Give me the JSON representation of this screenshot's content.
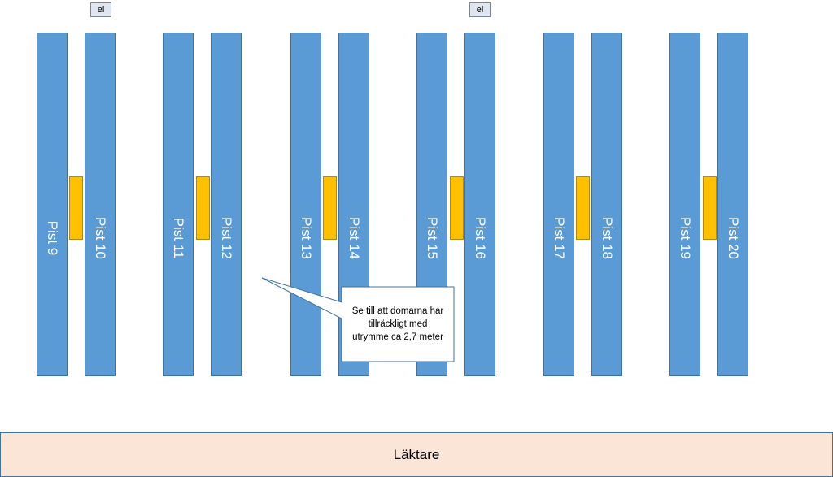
{
  "power_labels": [
    "el",
    "el"
  ],
  "pistes": [
    "Pist 9",
    "Pist 10",
    "Pist 11",
    "Pist 12",
    "Pist 13",
    "Pist 14",
    "Pist 15",
    "Pist 16",
    "Pist 17",
    "Pist 18",
    "Pist 19",
    "Pist 20"
  ],
  "callout": {
    "text": "Se till att domarna har\ntillräckligt med\nutrymme  ca 2,7 meter"
  },
  "stands": {
    "label": "Läktare"
  },
  "colors": {
    "piste": "#5b9bd5",
    "scoring_box": "#ffc000",
    "stands": "#fbe5d6"
  }
}
